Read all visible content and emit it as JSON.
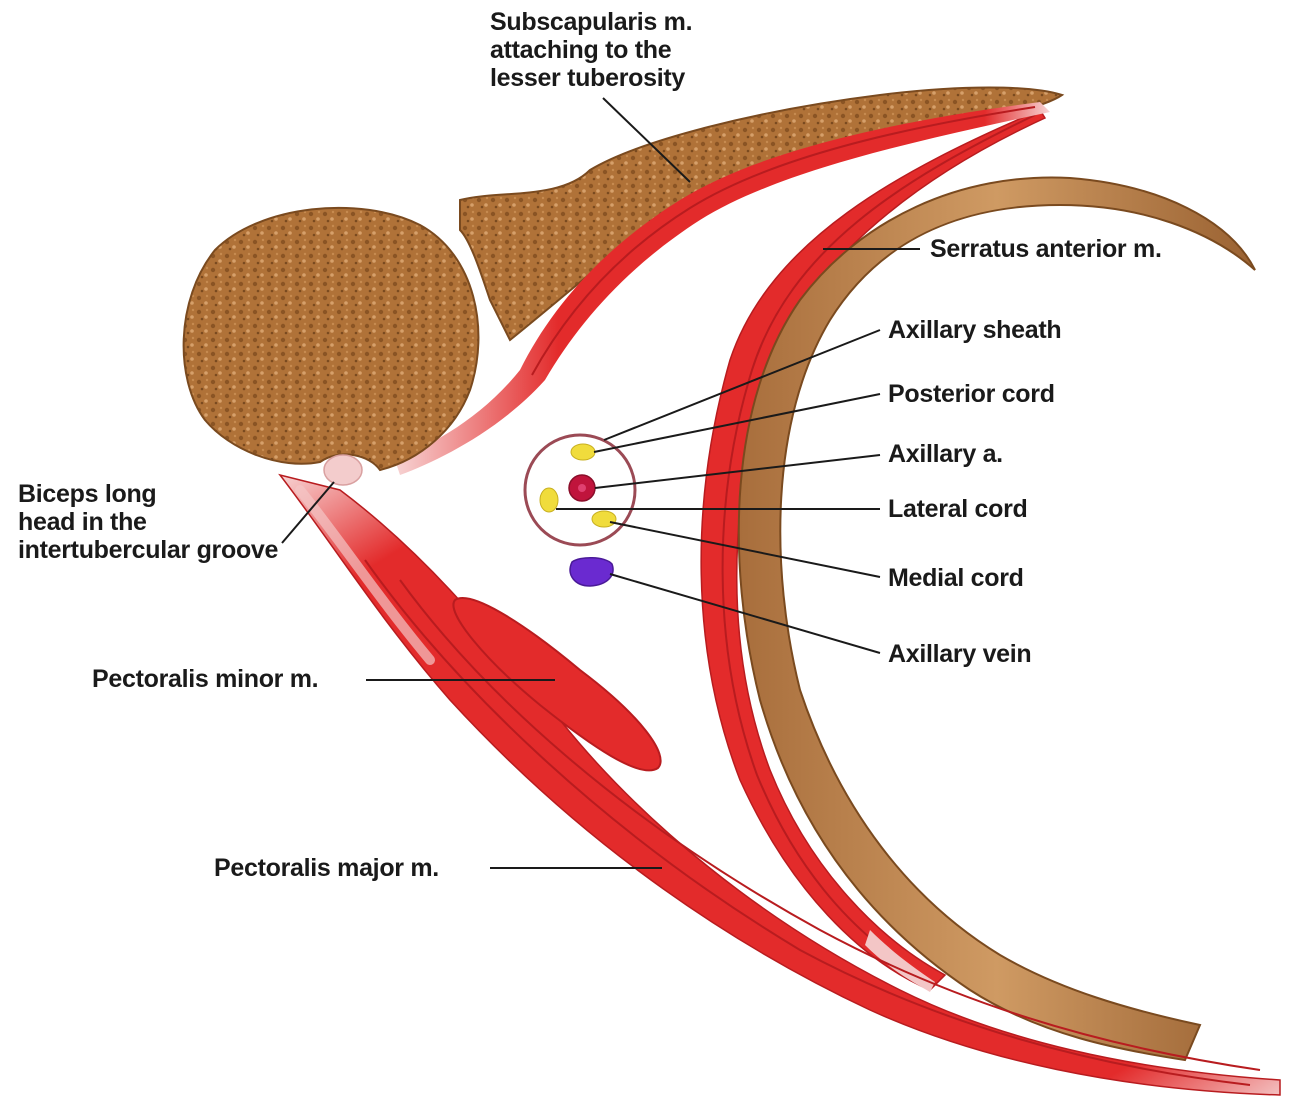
{
  "colors": {
    "muscle": "#e32b2b",
    "muscle_dark": "#b81c1f",
    "bone": "#b97a45",
    "bone_dark": "#7a4a1f",
    "tendon": "#f3c6c6",
    "nerve": "#f0dc3c",
    "artery": "#c0143c",
    "vein": "#6a2ad0",
    "sheath": "#9b4a55",
    "leader": "#1a1a1a"
  },
  "labels": {
    "subscapularis": "Subscapularis m.\nattaching to the\nlesser tuberosity",
    "serratus": "Serratus anterior m.",
    "axillary_sheath": "Axillary sheath",
    "posterior_cord": "Posterior cord",
    "axillary_artery": "Axillary a.",
    "lateral_cord": "Lateral cord",
    "medial_cord": "Medial cord",
    "axillary_vein": "Axillary vein",
    "biceps": "Biceps long\nhead in the\nintertubercular groove",
    "pectoralis_minor": "Pectoralis minor m.",
    "pectoralis_major": "Pectoralis major m."
  }
}
